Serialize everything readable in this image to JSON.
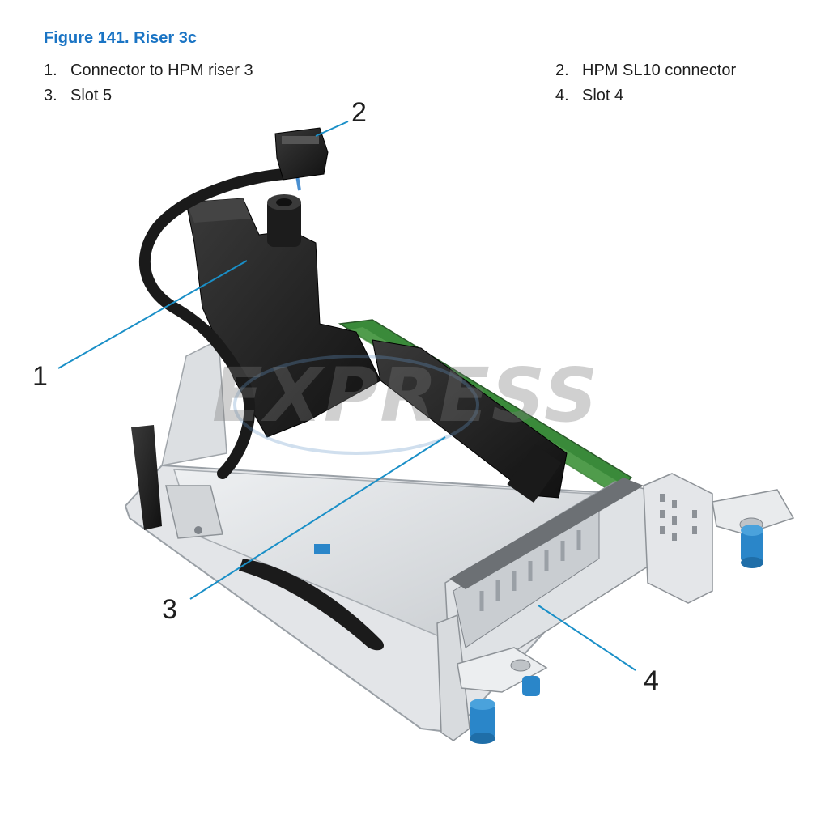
{
  "figure": {
    "title": "Figure 141. Riser 3c"
  },
  "legend": [
    {
      "num": "1.",
      "label": "Connector to HPM riser 3"
    },
    {
      "num": "2.",
      "label": "HPM SL10 connector"
    },
    {
      "num": "3.",
      "label": "Slot 5"
    },
    {
      "num": "4.",
      "label": "Slot 4"
    }
  ],
  "callouts": {
    "c1": "1",
    "c2": "2",
    "c3": "3",
    "c4": "4"
  },
  "watermark": "EXPRESS",
  "colors": {
    "title": "#1a74c4",
    "leader": "#1a8fc7",
    "thumbscrew": "#2a86c9",
    "pcb": "#3a8a3a",
    "metal": "#d9dcdf",
    "plastic": "#1d1d1d"
  }
}
